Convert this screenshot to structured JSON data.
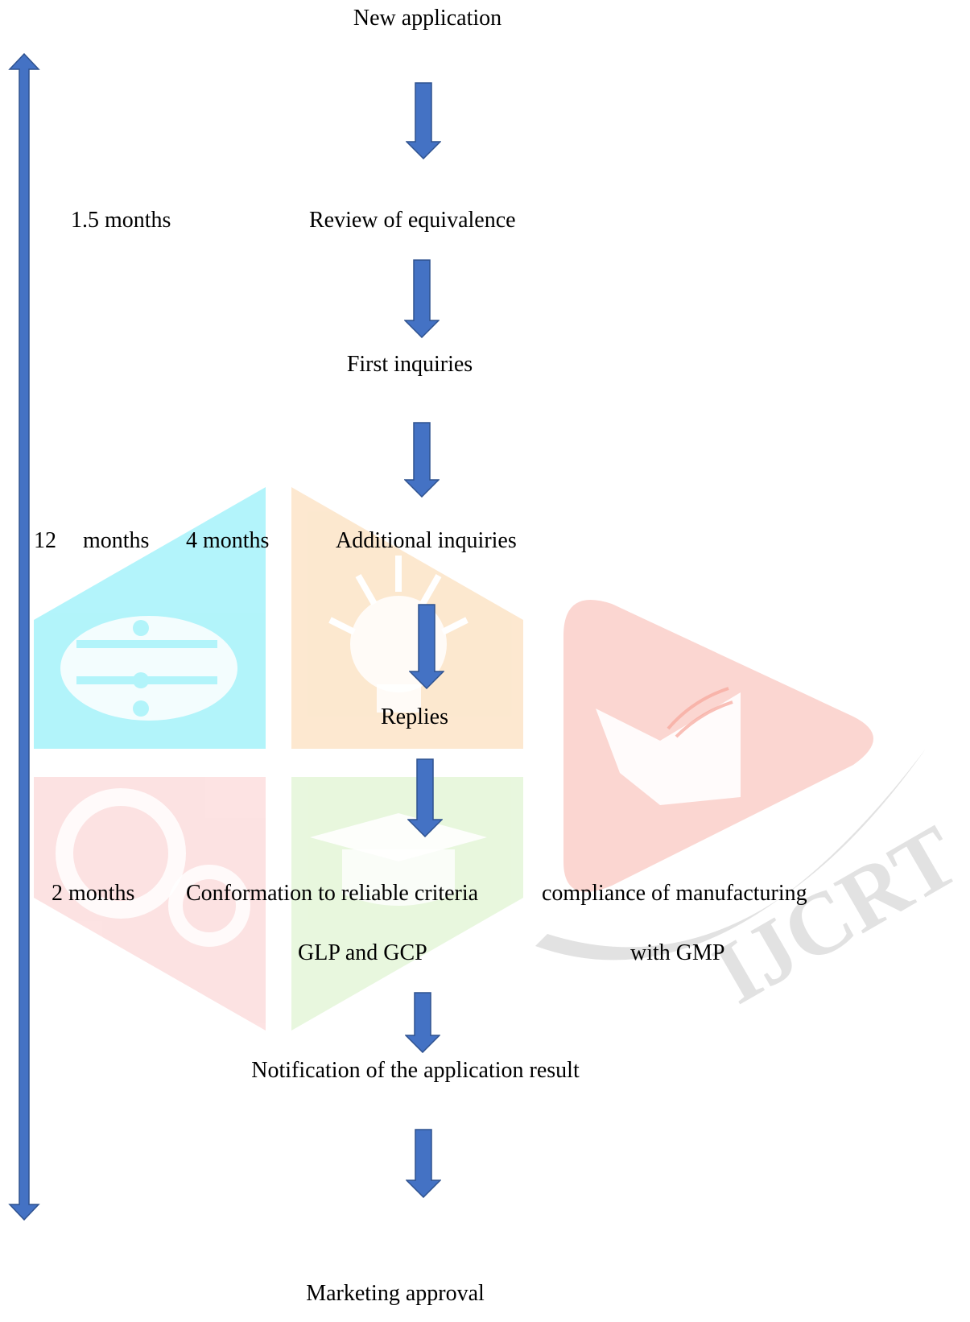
{
  "colors": {
    "arrow_fill": "#4472C4",
    "arrow_stroke": "#2F528F",
    "watermark_cyan": "#80EDF8",
    "watermark_orange": "#FBD9B0",
    "watermark_pink": "#FBD0D0",
    "watermark_green": "#D9F2C8",
    "watermark_red": "#F7A59A",
    "watermark_gray": "#E2E2E2"
  },
  "watermark": {
    "text": "IJCRT",
    "icons": [
      "cloud-circuit-icon",
      "lightbulb-icon",
      "gears-icon",
      "graduation-cap-icon",
      "open-book-icon"
    ]
  },
  "timeline": {
    "icon": "double-headed-arrow-icon"
  },
  "steps": {
    "new_application": "New application",
    "review": "Review of equivalence",
    "first_inquiries": "First inquiries",
    "additional_inquiries": "Additional inquiries",
    "replies": "Replies",
    "conformation_line1": "Conformation to reliable criteria",
    "conformation_line2": "GLP and GCP",
    "compliance_line1": "compliance of manufacturing",
    "compliance_line2": "with GMP",
    "notification": "Notification of the application result",
    "marketing": "Marketing approval"
  },
  "durations": {
    "review_duration": "1.5 months",
    "total_number": "12",
    "total_unit": "months",
    "inquiry_duration": "4 months",
    "conformation_duration": "2 months"
  },
  "arrow_icon": "down-arrow-icon"
}
